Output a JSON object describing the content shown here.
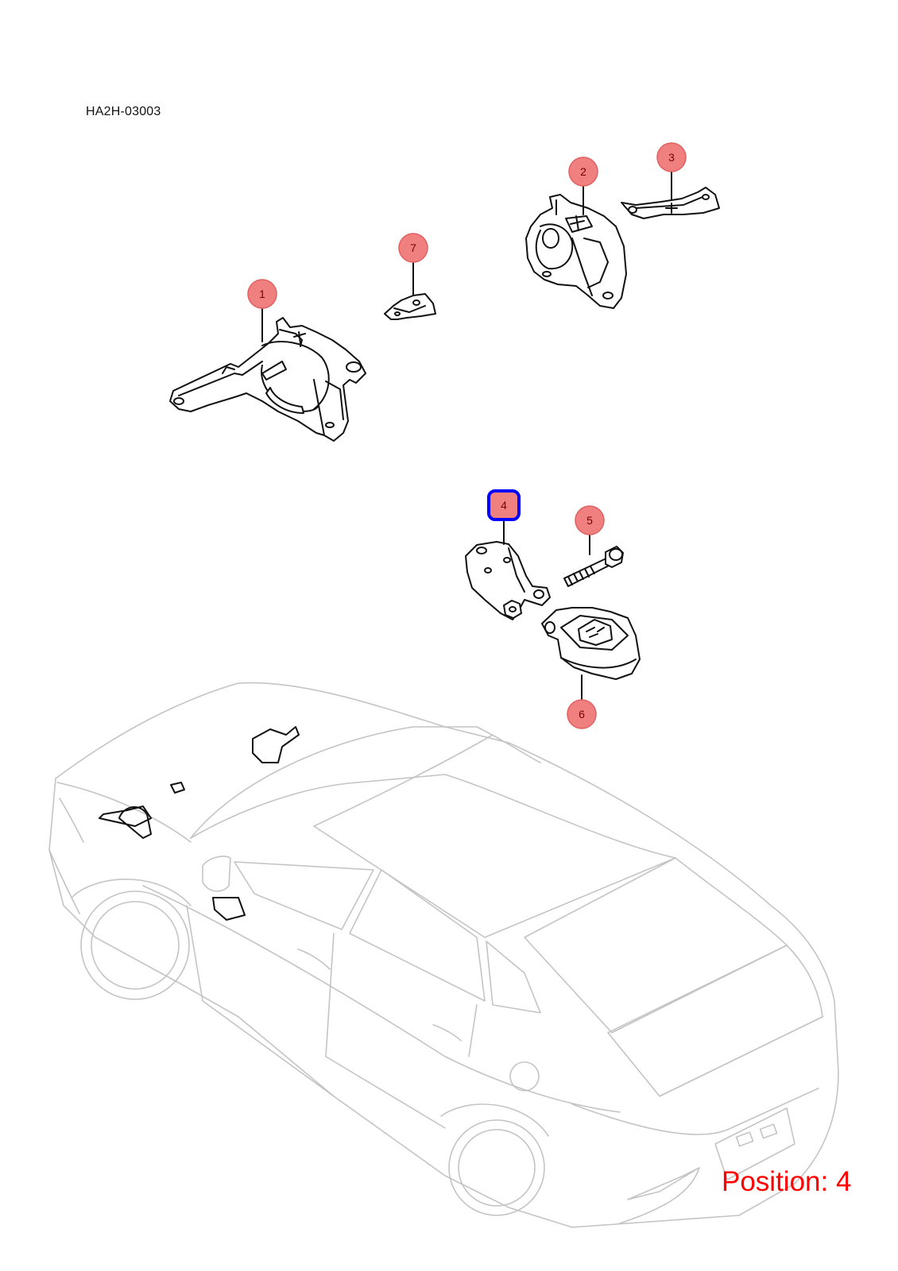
{
  "diagram": {
    "code": "HA2H-03003",
    "position_label": "Position: 4",
    "selected_part": "4",
    "highlight_color": "#0000ff",
    "callout_color": "#f08080",
    "callouts": [
      {
        "id": "callout-1",
        "number": "1"
      },
      {
        "id": "callout-2",
        "number": "2"
      },
      {
        "id": "callout-3",
        "number": "3"
      },
      {
        "id": "callout-4",
        "number": "4"
      },
      {
        "id": "callout-5",
        "number": "5"
      },
      {
        "id": "callout-6",
        "number": "6"
      },
      {
        "id": "callout-7",
        "number": "7"
      }
    ]
  }
}
